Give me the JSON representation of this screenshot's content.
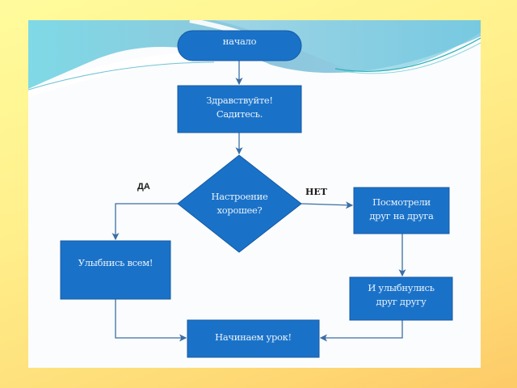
{
  "colors": {
    "node_fill": "#1a72c8",
    "node_border": "#1459a3",
    "connector": "#3a6ea5",
    "node_text": "#e9f2fb",
    "background_top": "#fffb9c",
    "background_bottom": "#fdcb68",
    "slide_bg": "#fbfcfd"
  },
  "flowchart": {
    "nodes": [
      {
        "id": "start",
        "shape": "terminal",
        "lines": [
          "начало"
        ]
      },
      {
        "id": "greeting",
        "shape": "process",
        "lines": [
          "Здравствуйте!",
          "Садитесь."
        ]
      },
      {
        "id": "decision",
        "shape": "decision",
        "lines": [
          "Настроение",
          "хорошее?"
        ]
      },
      {
        "id": "smile_all",
        "shape": "process",
        "lines": [
          "Улыбнись всем!"
        ]
      },
      {
        "id": "look",
        "shape": "process",
        "lines": [
          "Посмотрели",
          "друг на друга"
        ]
      },
      {
        "id": "smile_each",
        "shape": "process",
        "lines": [
          "И улыбнулись",
          "друг другу"
        ]
      },
      {
        "id": "begin",
        "shape": "process",
        "lines": [
          "Начинаем урок!"
        ]
      }
    ],
    "edges": [
      {
        "from": "start",
        "to": "greeting",
        "label": ""
      },
      {
        "from": "greeting",
        "to": "decision",
        "label": ""
      },
      {
        "from": "decision",
        "to": "smile_all",
        "label": "ДА"
      },
      {
        "from": "decision",
        "to": "look",
        "label": "НЕТ"
      },
      {
        "from": "look",
        "to": "smile_each",
        "label": ""
      },
      {
        "from": "smile_all",
        "to": "begin",
        "label": ""
      },
      {
        "from": "smile_each",
        "to": "begin",
        "label": ""
      }
    ],
    "labels": {
      "yes": "ДА",
      "no": "НЕТ"
    }
  }
}
